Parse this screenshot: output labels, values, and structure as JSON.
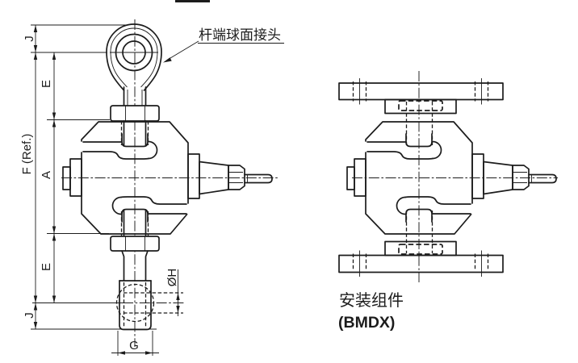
{
  "drawing": {
    "colors": {
      "line": "#1c1c1c",
      "background": "#ffffff"
    },
    "top_crop_bar": "",
    "callout": {
      "label": "杆端球面接头"
    },
    "left_view": {
      "dims": {
        "j_top": "J",
        "e_top": "E",
        "f_ref": "F (Ref.)",
        "a": "A",
        "e_bottom": "E",
        "j_bottom": "J",
        "hole_dia": "ØH",
        "g": "G"
      }
    },
    "right_view": {
      "caption_title": "安装组件",
      "caption_code": "(BMDX)"
    }
  }
}
